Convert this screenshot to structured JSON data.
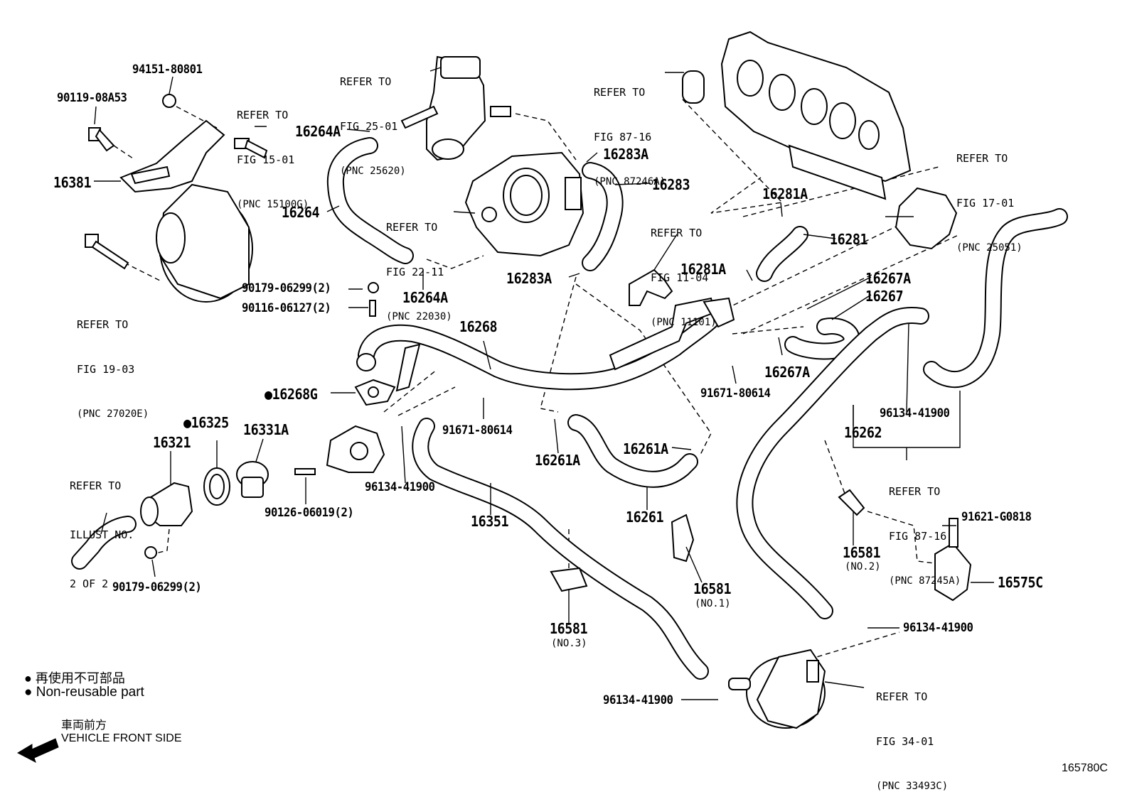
{
  "parts": [
    {
      "id": "p94151",
      "label": "94151-80801"
    },
    {
      "id": "p90119",
      "label": "90119-08A53"
    },
    {
      "id": "p16381",
      "label": "16381"
    },
    {
      "id": "p16264A_top",
      "label": "16264A"
    },
    {
      "id": "p16264",
      "label": "16264"
    },
    {
      "id": "p16264A_bot",
      "label": "16264A"
    },
    {
      "id": "p16283A_top",
      "label": "16283A"
    },
    {
      "id": "p16283",
      "label": "16283"
    },
    {
      "id": "p16283A_bot",
      "label": "16283A"
    },
    {
      "id": "p16281A_top",
      "label": "16281A"
    },
    {
      "id": "p16281",
      "label": "16281"
    },
    {
      "id": "p16281A_bot",
      "label": "16281A"
    },
    {
      "id": "p16267A_top",
      "label": "16267A"
    },
    {
      "id": "p16267",
      "label": "16267"
    },
    {
      "id": "p16267A_bot",
      "label": "16267A"
    },
    {
      "id": "p90179a",
      "label": "90179-06299(2)"
    },
    {
      "id": "p90116",
      "label": "90116-06127(2)"
    },
    {
      "id": "p16268",
      "label": "16268"
    },
    {
      "id": "p16268G",
      "label": "●16268G"
    },
    {
      "id": "p16325",
      "label": "●16325"
    },
    {
      "id": "p16321",
      "label": "16321"
    },
    {
      "id": "p16331A",
      "label": "16331A"
    },
    {
      "id": "p91671a",
      "label": "91671-80614"
    },
    {
      "id": "p91671b",
      "label": "91671-80614"
    },
    {
      "id": "p96134a",
      "label": "96134-41900"
    },
    {
      "id": "p90126",
      "label": "90126-06019(2)"
    },
    {
      "id": "p16261A_a",
      "label": "16261A"
    },
    {
      "id": "p16261A_b",
      "label": "16261A"
    },
    {
      "id": "p16261",
      "label": "16261"
    },
    {
      "id": "p16351",
      "label": "16351"
    },
    {
      "id": "p16262",
      "label": "16262"
    },
    {
      "id": "p96134b",
      "label": "96134-41900"
    },
    {
      "id": "p91621",
      "label": "91621-G0818"
    },
    {
      "id": "p16575C",
      "label": "16575C"
    },
    {
      "id": "p16581_2",
      "label": "16581"
    },
    {
      "id": "p16581_1",
      "label": "16581"
    },
    {
      "id": "p16581_3",
      "label": "16581"
    },
    {
      "id": "p90179b",
      "label": "90179-06299(2)"
    },
    {
      "id": "p96134c",
      "label": "96134-41900"
    },
    {
      "id": "p96134d",
      "label": "96134-41900"
    }
  ],
  "notes": {
    "no2": "(NO.2)",
    "no1": "(NO.1)",
    "no3": "(NO.3)"
  },
  "refs": [
    {
      "id": "r25",
      "lines": [
        "REFER TO",
        "FIG 25-01",
        "(PNC 25620)"
      ]
    },
    {
      "id": "r15",
      "lines": [
        "REFER TO",
        "FIG 15-01",
        "(PNC 15100G)"
      ]
    },
    {
      "id": "r87a",
      "lines": [
        "REFER TO",
        "FIG 87-16",
        "(PNC 87246A)"
      ]
    },
    {
      "id": "r17",
      "lines": [
        "REFER TO",
        "FIG 17-01",
        "(PNC 25051)"
      ]
    },
    {
      "id": "r22",
      "lines": [
        "REFER TO",
        "FIG 22-11",
        "(PNC 22030)"
      ]
    },
    {
      "id": "r11",
      "lines": [
        "REFER TO",
        "FIG 11-04",
        "(PNC 11101)"
      ]
    },
    {
      "id": "r19",
      "lines": [
        "REFER TO",
        "FIG 19-03",
        "(PNC 27020E)"
      ]
    },
    {
      "id": "r87b",
      "lines": [
        "REFER TO",
        "FIG 87-16",
        "(PNC 87245A)"
      ]
    },
    {
      "id": "r34",
      "lines": [
        "REFER TO",
        "FIG 34-01",
        "(PNC 33493C)"
      ]
    },
    {
      "id": "rillus",
      "lines": [
        "REFER TO",
        "ILLUST NO.",
        "2 OF 2"
      ]
    }
  ],
  "legend": {
    "ja": "● 再使用不可部品",
    "en": "● Non-reusable part",
    "front_ja": "車両前方",
    "front_en": "VEHICLE FRONT SIDE"
  },
  "figure_id": "165780C"
}
